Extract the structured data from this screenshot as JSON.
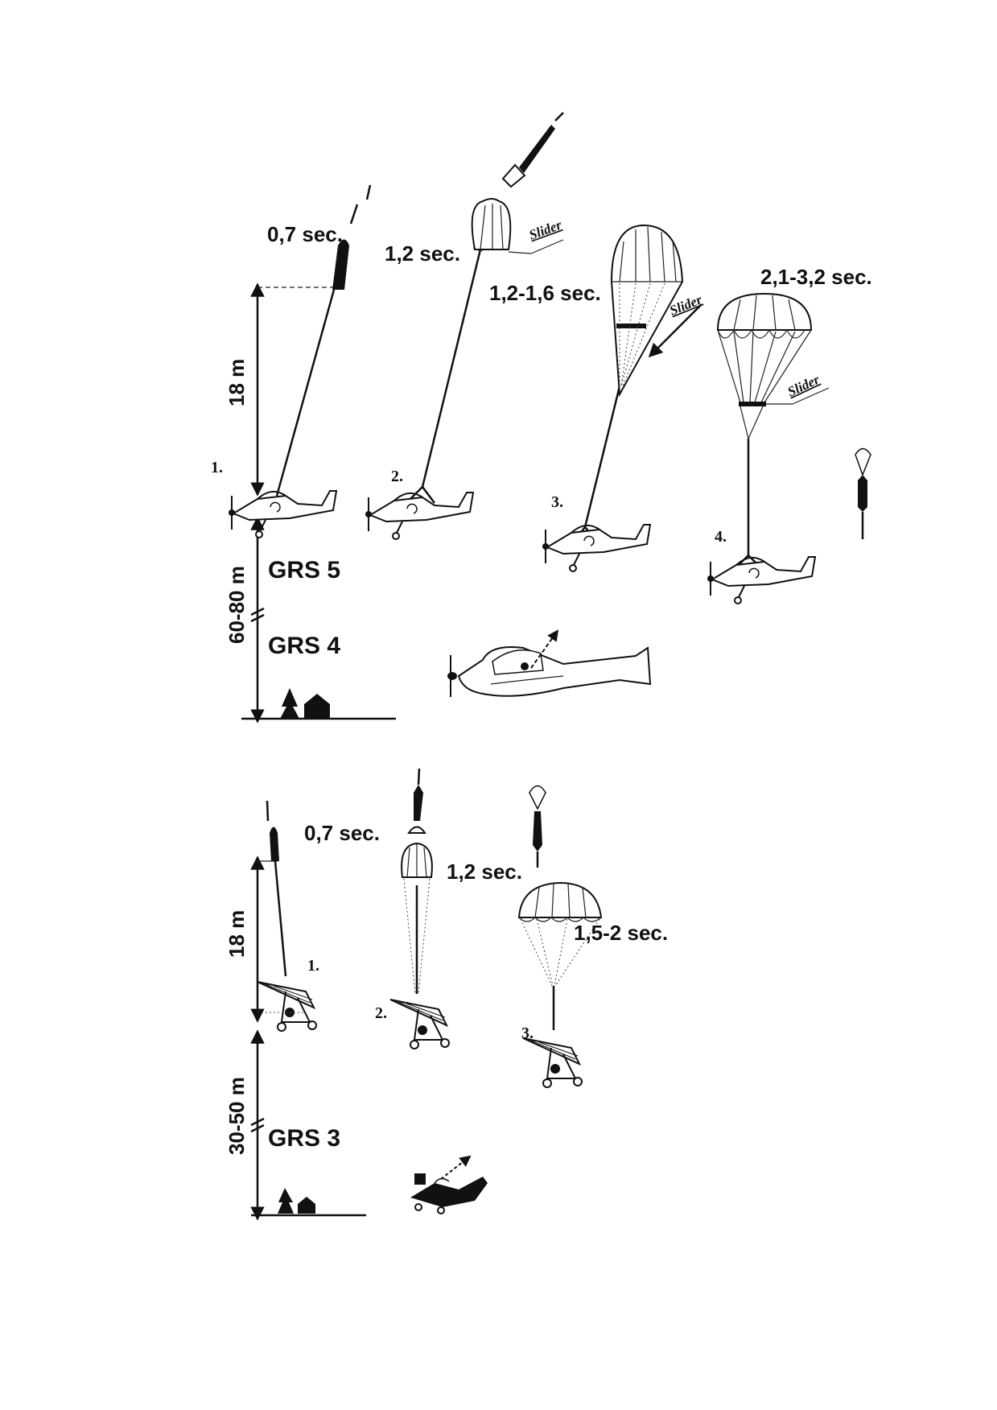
{
  "top_panel": {
    "phase_times": [
      "0,7 sec.",
      "1,2 sec.",
      "1,2-1,6 sec.",
      "2,1-3,2 sec."
    ],
    "steps": [
      "1.",
      "2.",
      "3.",
      "4."
    ],
    "slider_labels": [
      "Slider",
      "Slider",
      "Slider"
    ],
    "distance_label": "18 m",
    "altitude_label": "60-80 m",
    "systems": [
      "GRS 5",
      "GRS 4"
    ]
  },
  "bottom_panel": {
    "phase_times": [
      "0,7 sec.",
      "1,2 sec.",
      "1,5-2 sec."
    ],
    "steps": [
      "1.",
      "2.",
      "3."
    ],
    "distance_label": "18 m",
    "altitude_label": "30-50 m",
    "systems": [
      "GRS 3"
    ]
  },
  "colors": {
    "ink": "#111111",
    "background": "#ffffff"
  }
}
